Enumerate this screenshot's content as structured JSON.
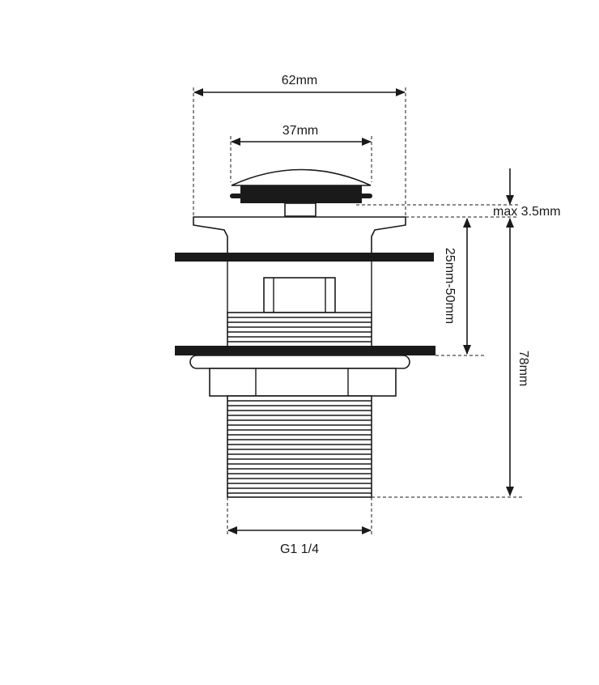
{
  "dimensions": {
    "top_width": "62mm",
    "cap_width": "37mm",
    "cap_gap": "max 3.5mm",
    "basin_thickness": "25mm-50mm",
    "total_height": "78mm",
    "thread": "G1 1/4"
  },
  "colors": {
    "line": "#1a1a1a",
    "background": "#ffffff"
  }
}
